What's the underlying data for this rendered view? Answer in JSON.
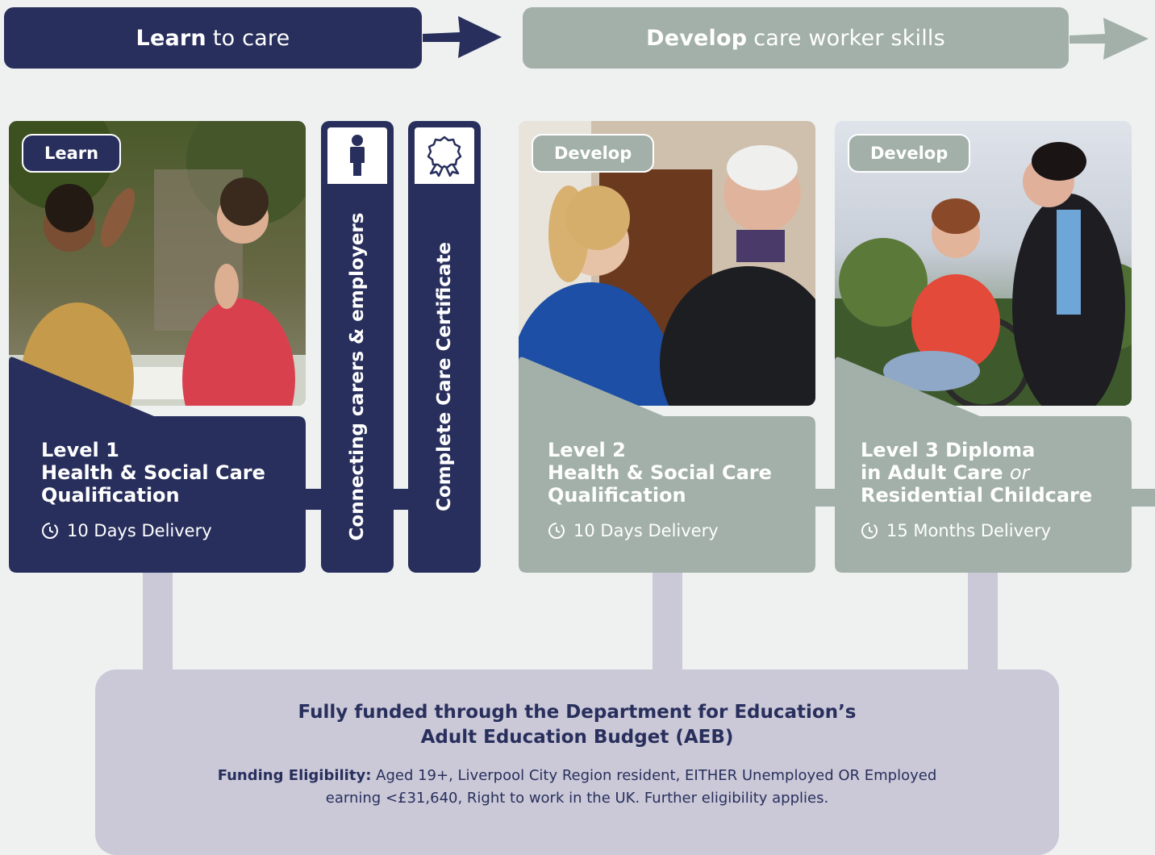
{
  "banners": {
    "learn": {
      "bold": "Learn",
      "rest": "to care"
    },
    "develop": {
      "bold": "Develop",
      "rest": "care worker skills"
    }
  },
  "cards": [
    {
      "badge": "Learn",
      "level": "Level 1",
      "line2": "Health & Social Care",
      "line3": "Qualification",
      "delivery": "10 Days Delivery"
    },
    {
      "badge": "Develop",
      "level": "Level 2",
      "line2": "Health & Social Care",
      "line3": "Qualification",
      "delivery": "10 Days Delivery"
    },
    {
      "badge": "Develop",
      "level": "Level 3 Diploma",
      "line2a": "in Adult Care",
      "line2b": "or",
      "line3": "Residential Childcare",
      "delivery": "15 Months Delivery"
    }
  ],
  "steps": {
    "connecting": "Connecting carers & employers",
    "certificate": "Complete Care Certificate"
  },
  "funding": {
    "heading1": "Fully funded through the Department for Education’s",
    "heading2": "Adult Education Budget (AEB)",
    "eligibility_label": "Funding Eligibility:",
    "eligibility_line1": "Aged 19+, Liverpool City Region resident, EITHER Unemployed OR Employed",
    "eligibility_line2": "earning <£31,640, Right to work in the UK. Further eligibility applies."
  },
  "colors": {
    "navy": "#282f5c",
    "sage": "#a2b0a9",
    "lavender": "#cbc9d8",
    "background": "#eef1f0"
  },
  "icons": [
    "right-arrow-icon",
    "person-icon",
    "award-ribbon-icon",
    "clock-icon"
  ]
}
